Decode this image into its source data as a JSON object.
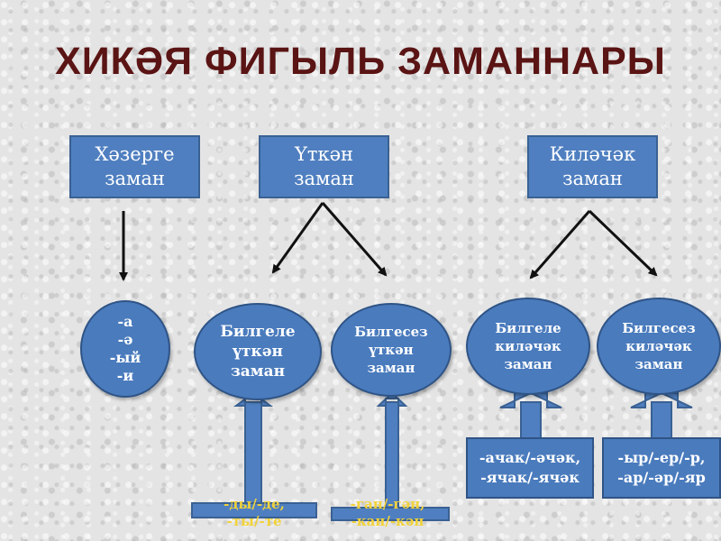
{
  "title": "ХИКӘЯ ФИГЫЛЬ ЗАМАННАРЫ",
  "tenses": [
    {
      "line1": "Хәзерге",
      "line2": "заман"
    },
    {
      "line1": "Үткән",
      "line2": "заман"
    },
    {
      "line1": "Киләчәк",
      "line2": "заман"
    }
  ],
  "present_suffixes": "-а\n-ә\n-ый\n-и",
  "subtypes": {
    "definite_past": "Билгеле\nүткән\nзаман",
    "indefinite_past": "Билгесез\nүткән\nзаман",
    "definite_future": "Билгеле\nкиләчәк\nзаман",
    "indefinite_future": "Билгесез\nкиләчәк\nзаман"
  },
  "suffixes": {
    "definite_past": "-ды/-де,\n-ты/-те",
    "indefinite_past": "-ган/-гән,\n-кан/-кән",
    "definite_future": "-ачак/-әчәк,\n-ячак/-ячәк",
    "indefinite_future": "-ыр/-ер/-р,\n-ар/-әр/-яр"
  },
  "colors": {
    "box_fill": "#4f7fc0",
    "box_border": "#3a6193",
    "title": "#5a1414",
    "arrow": "#111111",
    "clipped_suffix_text": "#f2d23a"
  }
}
